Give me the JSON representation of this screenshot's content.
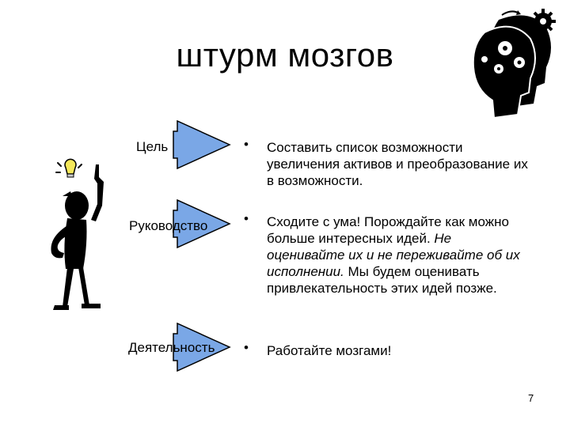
{
  "slide": {
    "title": "штурм мозгов",
    "page_number": "7"
  },
  "colors": {
    "arrow_fill": "#7aa7e6",
    "arrow_stroke": "#000000"
  },
  "rows": [
    {
      "label": "Цель",
      "bullet": "•",
      "text_parts": [
        {
          "text": "Составить список возможности увеличения активов  и преобразование их в возможности.",
          "italic": false
        }
      ]
    },
    {
      "label": "Руководство",
      "bullet": "•",
      "text_parts": [
        {
          "text": "Сходите с ума!  Порождайте как можно больше интересных идей. ",
          "italic": false
        },
        {
          "text": "Не оценивайте их и не переживайте об их исполнении.",
          "italic": true
        },
        {
          "text": " Мы будем оценивать привлекательность этих идей позже.",
          "italic": false
        }
      ]
    },
    {
      "label": "Деятельность",
      "bullet": "•",
      "text_parts": [
        {
          "text": "Работайте мозгами!",
          "italic": false
        }
      ]
    }
  ],
  "icons": {
    "left_figure": "thinking-person-icon",
    "top_right": "heads-with-gears-icon"
  }
}
